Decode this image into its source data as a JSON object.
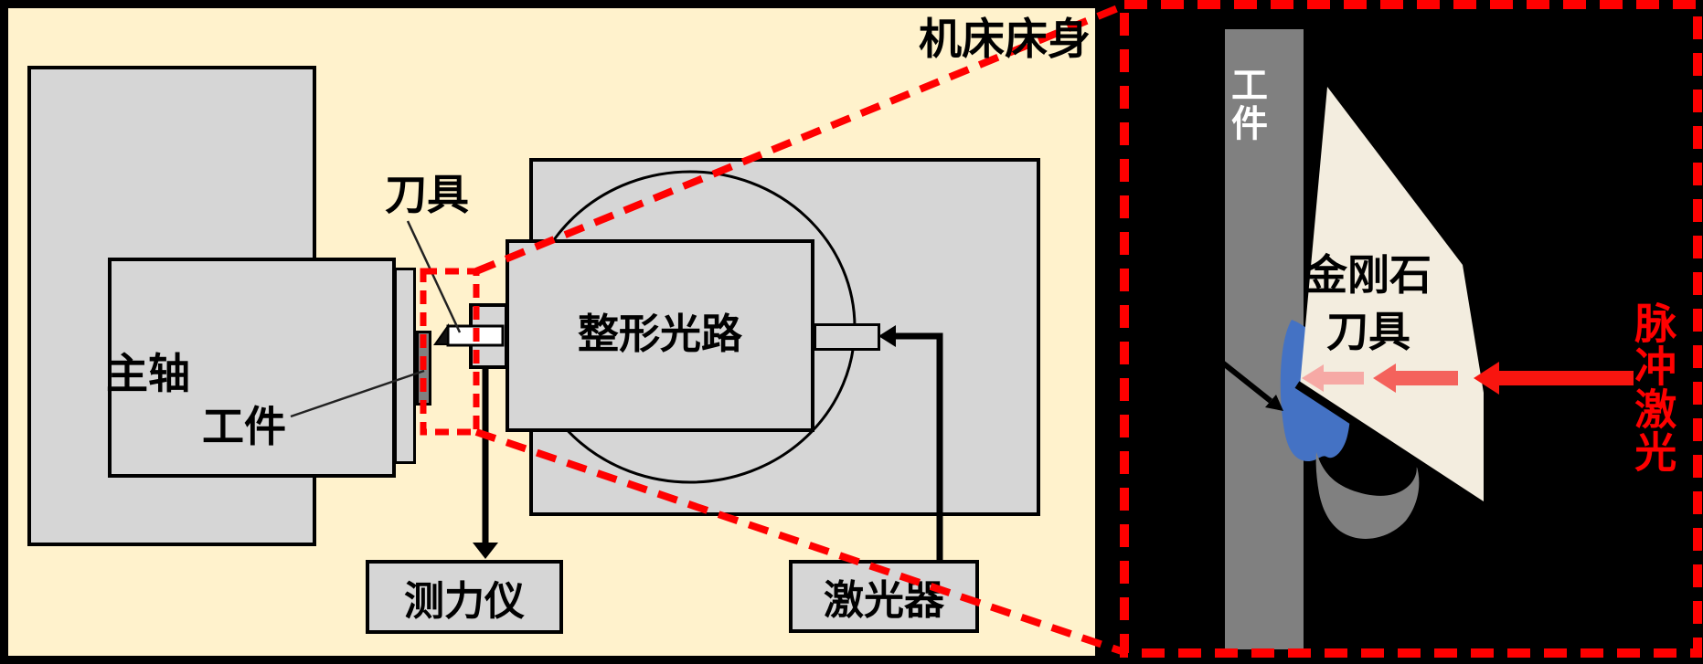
{
  "machine_panel": {
    "frame_label": "机床床身",
    "spindle_label": "主轴",
    "workpiece_label": "工件",
    "tool_label": "刀具",
    "shaping_optics_label": "整形光路",
    "dynamometer_label": "测力仪",
    "laser_label": "激光器"
  },
  "zoom_panel": {
    "workpiece_label": "工件",
    "diamond_tool_label_line1": "金刚石",
    "diamond_tool_label_line2": "刀具",
    "pulsed_laser_label": "脉冲激光"
  },
  "colors": {
    "panel_background_cream": "#FFF2CC",
    "component_gray": "#D6D6D6",
    "dark_gray": "#808080",
    "outline_black": "#000000",
    "highlight_red": "#FF0000",
    "laser_arrow_bright": "#F8150F",
    "laser_arrow_mid": "#F4625C",
    "laser_arrow_pale": "#F6A9A5",
    "melt_zone_blue": "#4472C4",
    "diamond_tool_ivory": "#F3EDDF",
    "zoom_panel_black": "#000000"
  }
}
